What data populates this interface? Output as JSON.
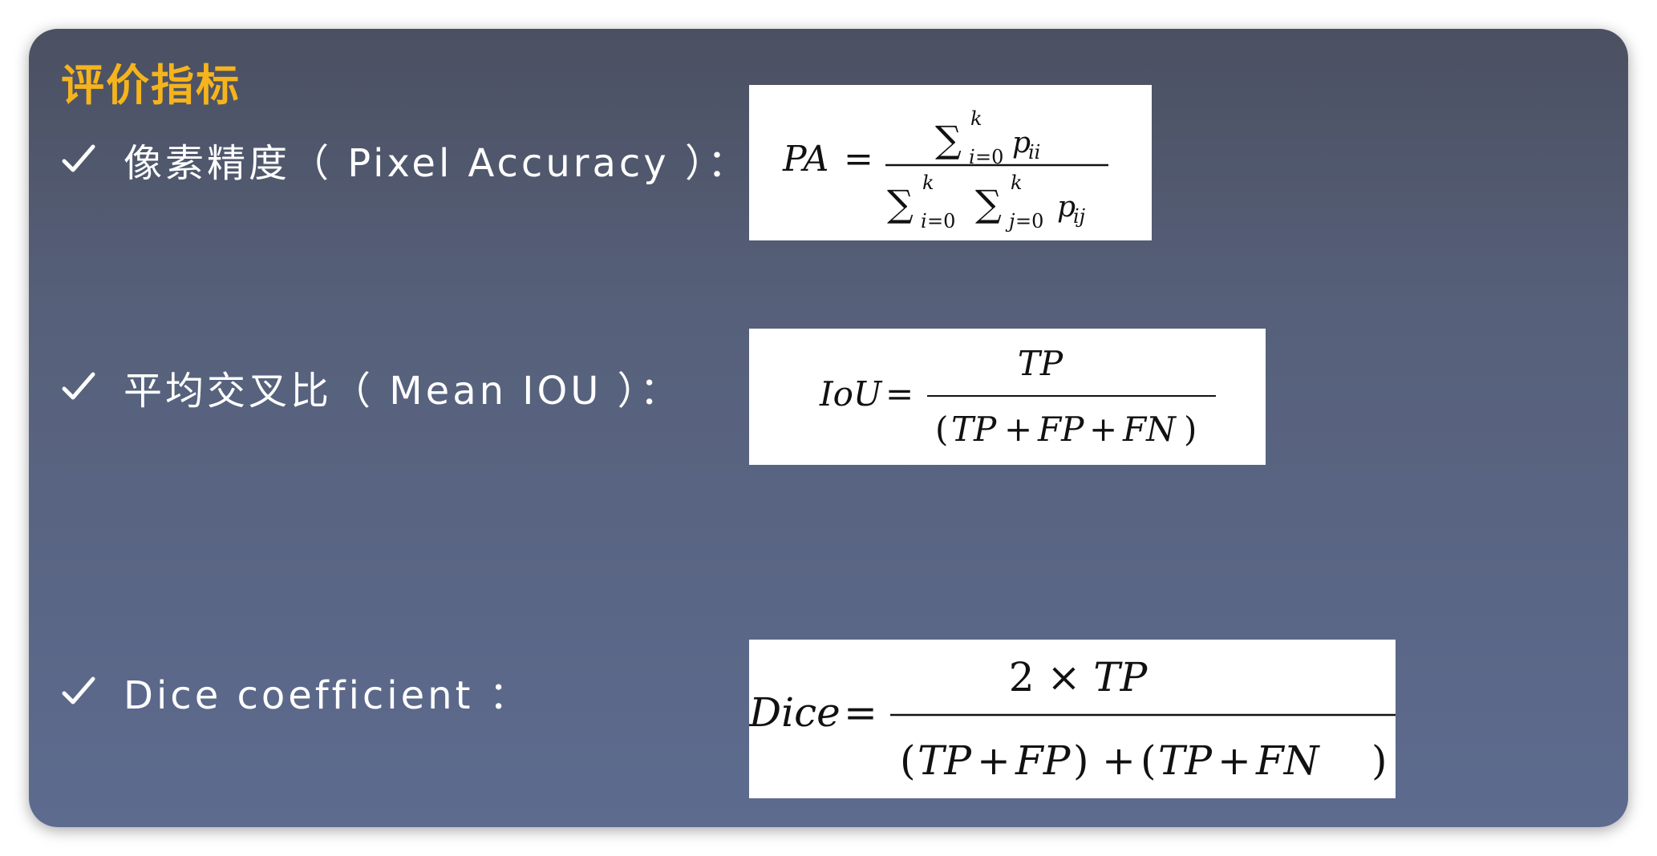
{
  "slide": {
    "title": "评价指标",
    "accent_color": "#f6b41c",
    "bullet_icon": "check-icon"
  },
  "metrics": [
    {
      "label": "像素精度（ Pixel Accuracy ）：",
      "formula": {
        "lhs": "PA =",
        "numerator": "Σ_{i=0}^{k} p_ii",
        "denominator": "Σ_{i=0}^{k} Σ_{j=0}^{k} p_ij"
      }
    },
    {
      "label": "平均交叉比（ Mean IOU ）：",
      "formula": {
        "lhs": "IoU =",
        "numerator": "TP",
        "denominator": "(TP + FP + FN)"
      }
    },
    {
      "label": "Dice coefficient ：",
      "formula": {
        "lhs": "Dice =",
        "numerator": "2 × TP",
        "denominator": "(TP + FP) + (TP + FN)"
      }
    }
  ]
}
